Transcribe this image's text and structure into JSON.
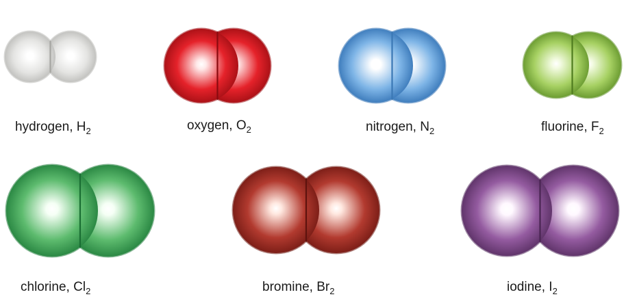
{
  "molecules": [
    {
      "id": "h2",
      "name": "hydrogen",
      "symbol": "H",
      "subscript": "2",
      "colors": {
        "highlight": "#ffffff",
        "mid": "#e4e4e2",
        "edge": "#b9b9b6",
        "seam": "#a6a6a2",
        "glow": "#ffffff"
      }
    },
    {
      "id": "o2",
      "name": "oxygen",
      "symbol": "O",
      "subscript": "2",
      "colors": {
        "highlight": "#ffe9e9",
        "mid": "#e5222a",
        "edge": "#9c0d12",
        "seam": "#8a0b10",
        "glow": "#ffffff"
      }
    },
    {
      "id": "n2",
      "name": "nitrogen",
      "symbol": "N",
      "subscript": "2",
      "colors": {
        "highlight": "#ffffff",
        "mid": "#7db4e6",
        "edge": "#2f6fb2",
        "seam": "#3b78b5",
        "glow": "#ffffff"
      }
    },
    {
      "id": "f2",
      "name": "fluorine",
      "symbol": "F",
      "subscript": "2",
      "colors": {
        "highlight": "#f3fbe2",
        "mid": "#a7d163",
        "edge": "#5d8f26",
        "seam": "#4f7c1f",
        "glow": "#ffffff"
      }
    },
    {
      "id": "cl2",
      "name": "chlorine",
      "symbol": "Cl",
      "subscript": "2",
      "colors": {
        "highlight": "#f5fff5",
        "mid": "#5dbb6e",
        "edge": "#1d7a38",
        "seam": "#1a6e33",
        "glow": "#ffffff"
      }
    },
    {
      "id": "br2",
      "name": "bromine",
      "symbol": "Br",
      "subscript": "2",
      "colors": {
        "highlight": "#ffe8e0",
        "mid": "#b23a2f",
        "edge": "#6e1711",
        "seam": "#5e130e",
        "glow": "#ffffff"
      }
    },
    {
      "id": "i2",
      "name": "iodine",
      "symbol": "I",
      "subscript": "2",
      "colors": {
        "highlight": "#fff8ff",
        "mid": "#945ba0",
        "edge": "#522a5c",
        "seam": "#4a2553",
        "glow": "#ffffff"
      }
    }
  ]
}
